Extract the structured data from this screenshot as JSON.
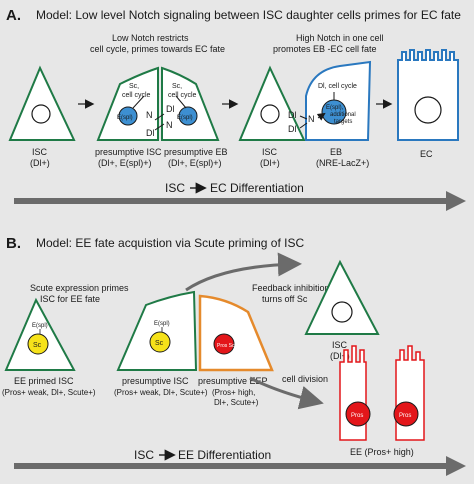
{
  "panel_a": {
    "letter": "A.",
    "title": "Model: Low level Notch signaling between  ISC daughter cells primes for EC fate",
    "note_low_1": "Low Notch restricts",
    "note_low_2": "cell cycle, primes towards EC fate",
    "note_high_1": "High Notch in one cell",
    "note_high_2": "promotes EB -EC cell fate",
    "sc_left_1": "Sc,",
    "sc_left_2": "cell cycle",
    "sc_right_1": "Sc,",
    "sc_right_2": "cell cycle",
    "espl": "E(spl)",
    "n_label": "N",
    "dl_label": "Dl",
    "dl_cell_cycle": "Dl, cell cycle",
    "espl_targets_1": "E(spl),",
    "espl_targets_2": "additional",
    "espl_targets_3": "targets",
    "cells": [
      {
        "name": "ISC",
        "marker": "(Dl+)"
      },
      {
        "name": "presumptive ISC",
        "marker": "(Dl+, E(spl)+)"
      },
      {
        "name": "presumptive EB",
        "marker": "(Dl+, E(spl)+)"
      },
      {
        "name": "ISC",
        "marker": "(Dl+)"
      },
      {
        "name": "EB",
        "marker": "(NRE-LacZ+)"
      },
      {
        "name": "EC",
        "marker": ""
      }
    ],
    "axis_left": "ISC",
    "axis_right": "EC Differentiation"
  },
  "panel_b": {
    "letter": "B.",
    "title": "Model: EE fate acquistion via Scute priming of ISC",
    "primes_1": "Scute expression primes",
    "primes_2": "ISC for EE fate",
    "feedback_1": "Feedback inhibition",
    "feedback_2": "turns off Sc",
    "cell_division": "cell division",
    "espl": "E(spl)",
    "sc": "Sc",
    "pros_sc": "Pros Sc",
    "pros": "Pros",
    "cells": [
      {
        "name": "EE primed ISC",
        "marker": "(Pros+ weak, Dl+, Scute+)"
      },
      {
        "name": "presumptive ISC",
        "marker": "(Pros+ weak, Dl+, Scute+)"
      },
      {
        "name": "presumptive EEP",
        "marker": "(Pros+ high,"
      },
      {
        "name": "",
        "marker": "Dl+, Scute+)"
      },
      {
        "name": "ISC",
        "marker": "(Dl+)"
      },
      {
        "name": "EE (Pros+ high)",
        "marker": ""
      }
    ],
    "axis_left": "ISC",
    "axis_right": "EE Differentiation"
  },
  "colors": {
    "background": "#e7e7e7",
    "green": "#1f7a46",
    "blue": "#2a78bf",
    "nucleus_blue": "#3d8fd1",
    "yellow": "#f6e21a",
    "red": "#e3161a",
    "orange": "#e58a2c",
    "arrow_gray": "#6b6b6b"
  }
}
